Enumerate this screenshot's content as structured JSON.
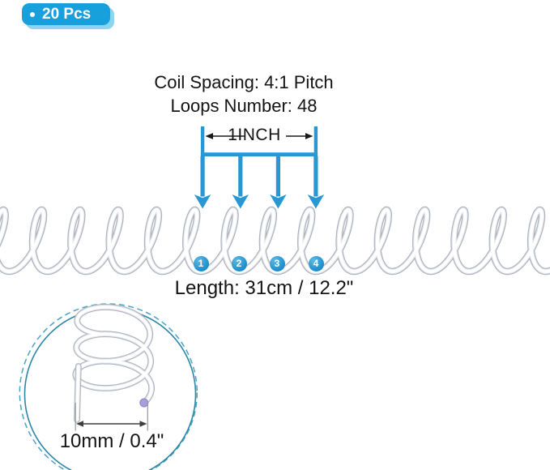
{
  "badge": {
    "bullet": "•",
    "label": "20 Pcs",
    "color": "#18a0dc",
    "shadow_color": "#8ed3f0"
  },
  "specs": {
    "coil_spacing": "Coil Spacing: 4:1 Pitch",
    "loops_number": "Loops Number: 48",
    "length": "Length: 31cm / 12.2\""
  },
  "annotations": {
    "pitch_label": "1INCH",
    "loop_markers": [
      "1",
      "2",
      "3",
      "4"
    ],
    "accent_color": "#2798d4",
    "text_color": "#141414"
  },
  "inset": {
    "diameter_label": "10mm / 0.4\"",
    "circle_solid_color": "#2d86a8",
    "circle_dashed_color": "#4aa4c2",
    "wire_end_color": "#a89fd8"
  }
}
